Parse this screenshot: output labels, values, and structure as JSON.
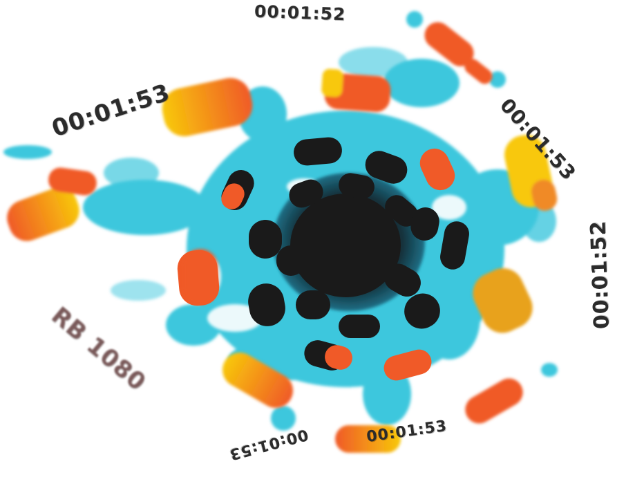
{
  "timestamps": [
    "00:01:52",
    "00:01:53",
    "00:01:53",
    "00:01:52",
    "00:01:53",
    "00:01:53"
  ],
  "blurred_labels": [
    "RB 1080"
  ],
  "colors": {
    "background": "#ffffff",
    "cyan": "#3ec7dd",
    "orange": "#f05a28",
    "yellow": "#f8c80a",
    "black": "#1a1a1a",
    "dark_label": "#2b2b2b"
  }
}
